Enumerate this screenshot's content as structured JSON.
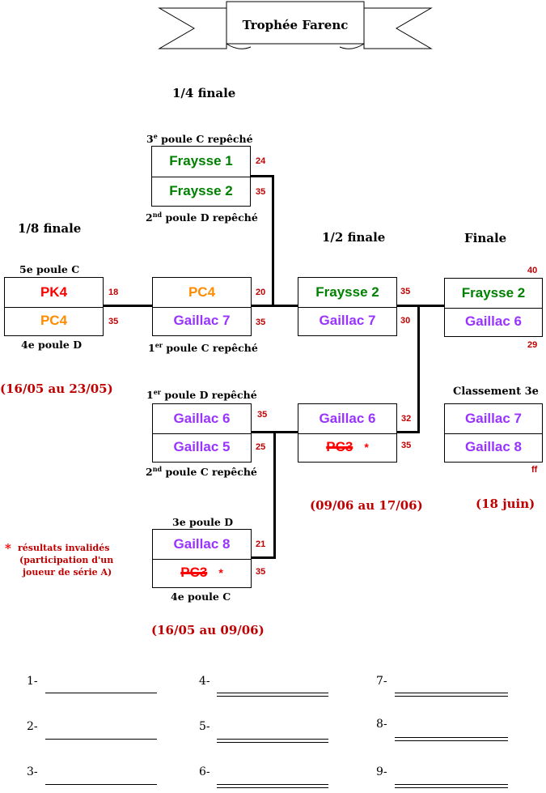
{
  "colors": {
    "red": "#ff0000",
    "green": "#008000",
    "purple": "#9933ff",
    "orange": "#ff8c00",
    "dark_red": "#c00000"
  },
  "title": "Trophée Farenc",
  "rounds": {
    "r16": "1/8 finale",
    "qf": "1/4 finale",
    "sf": "1/2 finale",
    "final": "Finale",
    "third": "Classement 3e"
  },
  "qf1": {
    "above_base": "3",
    "above_sup": "e",
    "above_rest": " poule C repêché",
    "team1": "Fraysse 1",
    "score1": "24",
    "team2": "Fraysse 2",
    "score2": "35",
    "below_base": "2",
    "below_sup": "nd",
    "below_rest": " poule D repêché"
  },
  "r16": {
    "above": "5e poule C",
    "team1": "PK4",
    "score1": "18",
    "team2": "PC4",
    "score2": "35",
    "below": "4e poule D",
    "dates": "(16/05 au 23/05)"
  },
  "qf2": {
    "team1": "PC4",
    "score1": "20",
    "team2": "Gaillac 7",
    "score2": "35",
    "below_base": "1",
    "below_sup": "er",
    "below_rest": " poule C repêché"
  },
  "sf1": {
    "team1": "Fraysse 2",
    "score1": "35",
    "team2": "Gaillac 7",
    "score2": "30"
  },
  "final": {
    "score_top": "40",
    "team1": "Fraysse 2",
    "team2": "Gaillac 6",
    "score_bottom": "29"
  },
  "qf3": {
    "above_base": "1",
    "above_sup": "er",
    "above_rest": " poule D repêché",
    "team1": "Gaillac 6",
    "score1": "35",
    "team2": "Gaillac 5",
    "score2": "25",
    "below_base": "2",
    "below_sup": "nd",
    "below_rest": " poule C repêché"
  },
  "sf2": {
    "team1": "Gaillac 6",
    "score1": "32",
    "team2": "PC3",
    "asterisk": "*",
    "score2": "35",
    "dates": "(09/06 au 17/06)"
  },
  "third": {
    "team1": "Gaillac 7",
    "team2": "Gaillac 8",
    "score": "ff",
    "dates": "(18 juin)"
  },
  "qf4": {
    "above": "3e poule D",
    "team1": "Gaillac 8",
    "score1": "21",
    "team2": "PC3",
    "asterisk": "*",
    "score2": "35",
    "below": "4e poule C",
    "dates": "(16/05 au 09/06)"
  },
  "note": {
    "asterisk": "*",
    "line1": "résultats invalidés",
    "line2": "(participation d'un",
    "line3": "joueur de série A)"
  },
  "rankings": [
    "1-",
    "2-",
    "3-",
    "4-",
    "5-",
    "6-",
    "7-",
    "8-",
    "9-"
  ]
}
